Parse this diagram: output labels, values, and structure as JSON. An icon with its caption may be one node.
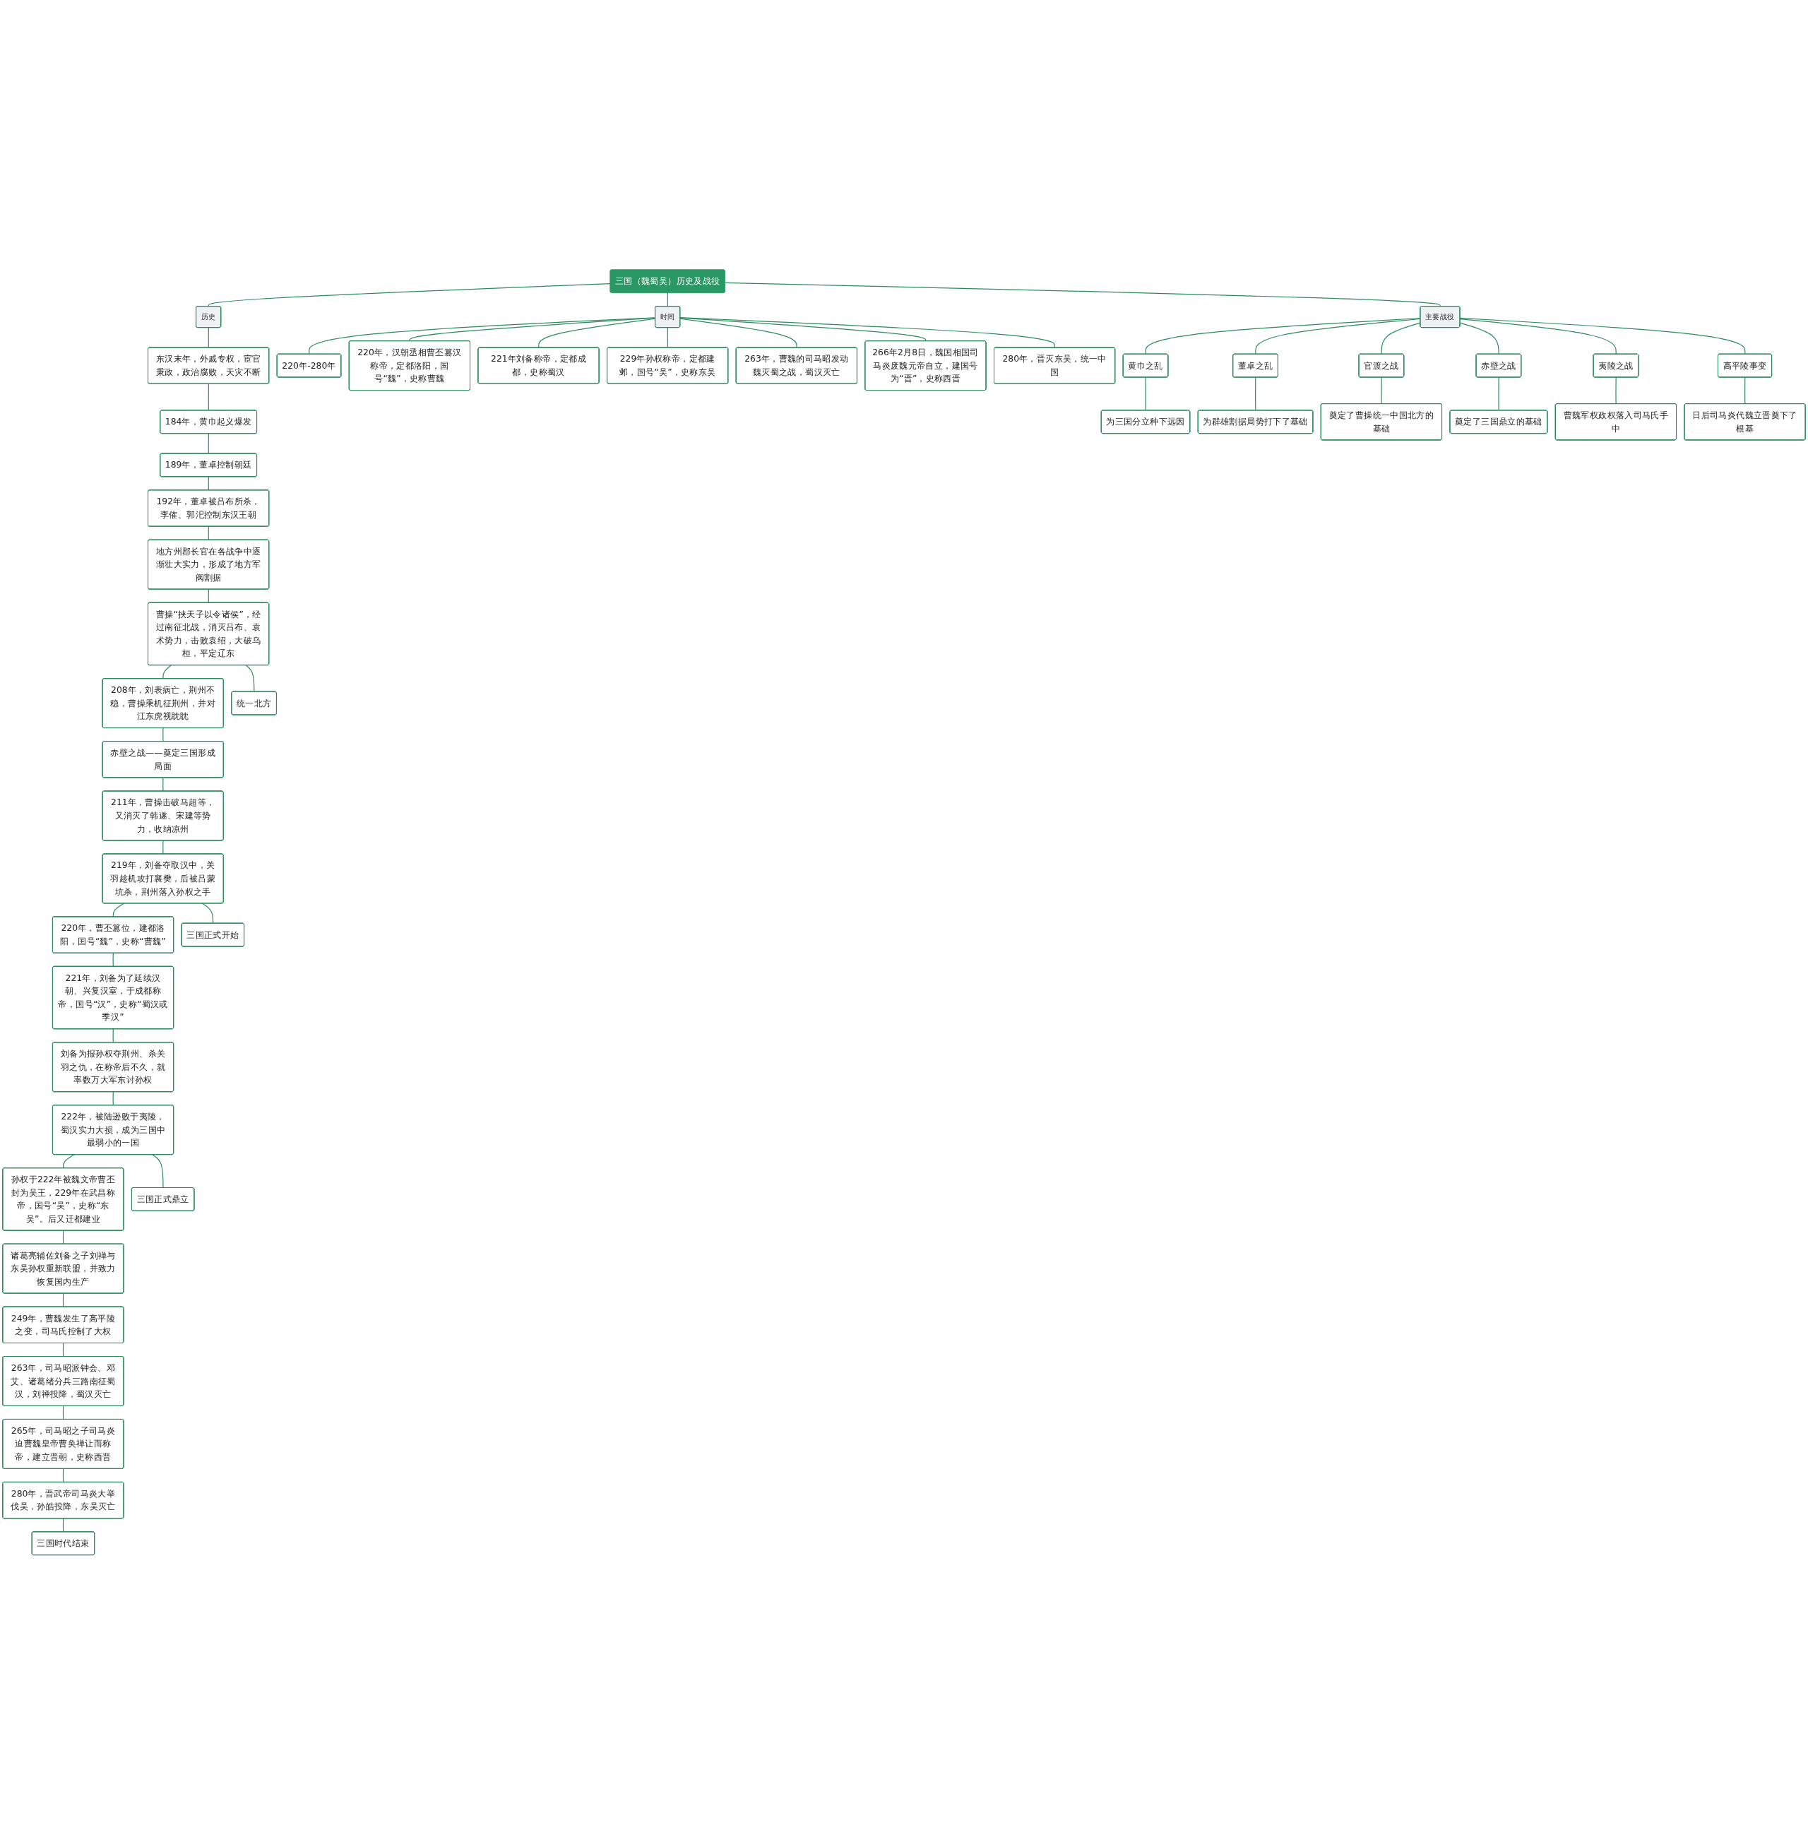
{
  "diagram": {
    "nodes": [
      {
        "text": [
          "三国（魏蜀吴）历史及战役"
        ]
      },
      {
        "text": [
          "历史"
        ]
      },
      {
        "text": [
          "东汉末年，外戚专权，宦官秉政，政治腐败，天灾不断"
        ]
      },
      {
        "text": [
          "184年，黄巾起义爆发"
        ]
      },
      {
        "text": [
          "189年，董卓控制朝廷"
        ]
      },
      {
        "text": [
          "192年，董卓被吕布所杀，李傕、郭汜控制东汉王朝"
        ]
      },
      {
        "text": [
          "地方州郡长官在各战争中逐渐壮大实力，形成了地方军阀割据"
        ]
      },
      {
        "text": [
          "曹操“挟天子以令诸侯”，经过南征北战，消灭吕布、袁术势力，击败袁绍，大破乌桓，平定辽东"
        ]
      },
      {
        "text": [
          "208年，刘表病亡，荆州不稳，曹操乘机征荆州，并对江东虎视眈眈"
        ]
      },
      {
        "text": [
          "赤壁之战——奠定三国形成局面"
        ]
      },
      {
        "text": [
          "211年，曹操击破马超等，又消灭了韩遂、宋建等势力，收纳凉州"
        ]
      },
      {
        "text": [
          "219年，刘备夺取汉中，关羽趁机攻打襄樊，后被吕蒙坑杀，荆州落入孙权之手"
        ]
      },
      {
        "text": [
          "220年，曹丕篡位，建都洛阳，国号“魏”，史称“曹魏”"
        ]
      },
      {
        "text": [
          "221年，刘备为了延续汉朝、兴复汉室，于成都称帝，国号“汉”，史称“蜀汉或季汉”"
        ]
      },
      {
        "text": [
          "刘备为报孙权夺荆州、杀关羽之仇，在称帝后不久，就率数万大军东讨孙权"
        ]
      },
      {
        "text": [
          "222年，被陆逊败于夷陵，蜀汉实力大损，成为三国中最弱小的一国"
        ]
      },
      {
        "text": [
          "孙权于222年被魏文帝曹丕封为吴王，229年在武昌称帝，国号“吴”，史称“东吴”。后又迁都建业"
        ]
      },
      {
        "text": [
          "诸葛亮辅佐刘备之子刘禅与东吴孙权重新联盟，并致力恢复国内生产"
        ]
      },
      {
        "text": [
          "249年，曹魏发生了高平陵之变，司马氏控制了大权"
        ]
      },
      {
        "text": [
          "263年，司马昭派钟会、邓艾、诸葛绪分兵三路南征蜀汉，刘禅投降，蜀汉灭亡"
        ]
      },
      {
        "text": [
          "265年，司马昭之子司马炎迫曹魏皇帝曹奂禅让而称帝，建立晋朝，史称西晋"
        ]
      },
      {
        "text": [
          "280年，晋武帝司马炎大举伐吴，孙皓投降，东吴灭亡"
        ]
      },
      {
        "text": [
          "统一北方"
        ]
      },
      {
        "text": [
          "三国正式开始"
        ]
      },
      {
        "text": [
          "三国正式鼎立"
        ]
      },
      {
        "text": [
          "三国时代结束"
        ]
      },
      {
        "text": [
          "时间"
        ]
      },
      {
        "text": [
          "220年-280年"
        ]
      },
      {
        "text": [
          "220年，汉朝丞相曹丕篡汉称帝，定都洛阳，国号“魏”，史称曹魏"
        ]
      },
      {
        "text": [
          "221年刘备称帝，定都成都，史称蜀汉"
        ]
      },
      {
        "text": [
          "229年孙权称帝，定都建邺，国号“吴”，史称东吴"
        ]
      },
      {
        "text": [
          "263年，曹魏的司马昭发动魏灭蜀之战，蜀汉灭亡"
        ]
      },
      {
        "text": [
          "266年2月8日，魏国相国司马炎废魏元帝自立，建国号为“晋”，史称西晋"
        ]
      },
      {
        "text": [
          "280年，晋灭东吴，统一中国"
        ]
      },
      {
        "text": [
          "主要战役"
        ]
      },
      {
        "text": [
          "黄巾之乱"
        ]
      },
      {
        "text": [
          "为三国分立种下远因"
        ]
      },
      {
        "text": [
          "董卓之乱"
        ]
      },
      {
        "text": [
          "为群雄割据局势打下了基础"
        ]
      },
      {
        "text": [
          "官渡之战"
        ]
      },
      {
        "text": [
          "奠定了曹操统一中国北方的基础"
        ]
      },
      {
        "text": [
          "赤壁之战"
        ]
      },
      {
        "text": [
          "奠定了三国鼎立的基础"
        ]
      },
      {
        "text": [
          "夷陵之战"
        ]
      },
      {
        "text": [
          "曹魏军权政权落入司马氏手中"
        ]
      },
      {
        "text": [
          "高平陵事变"
        ]
      },
      {
        "text": [
          "日后司马炎代魏立晋奠下了根基"
        ]
      }
    ],
    "edges": [
      {
        "from": 0,
        "to": 1,
        "arrow": "none"
      },
      {
        "from": 1,
        "to": 2,
        "arrow": "none"
      },
      {
        "from": 2,
        "to": 3,
        "arrow": "none"
      },
      {
        "from": 3,
        "to": 4,
        "arrow": "none"
      },
      {
        "from": 4,
        "to": 5,
        "arrow": "none"
      },
      {
        "from": 5,
        "to": 6,
        "arrow": "none"
      },
      {
        "from": 6,
        "to": 7,
        "arrow": "none"
      },
      {
        "from": 7,
        "to": 8,
        "arrow": "none"
      },
      {
        "from": 8,
        "to": 9,
        "arrow": "none"
      },
      {
        "from": 9,
        "to": 10,
        "arrow": "none"
      },
      {
        "from": 10,
        "to": 11,
        "arrow": "none"
      },
      {
        "from": 11,
        "to": 12,
        "arrow": "none"
      },
      {
        "from": 12,
        "to": 13,
        "arrow": "none"
      },
      {
        "from": 13,
        "to": 14,
        "arrow": "none"
      },
      {
        "from": 14,
        "to": 15,
        "arrow": "none"
      },
      {
        "from": 15,
        "to": 16,
        "arrow": "none"
      },
      {
        "from": 16,
        "to": 17,
        "arrow": "none"
      },
      {
        "from": 17,
        "to": 18,
        "arrow": "none"
      },
      {
        "from": 18,
        "to": 19,
        "arrow": "none"
      },
      {
        "from": 19,
        "to": 20,
        "arrow": "none"
      },
      {
        "from": 20,
        "to": 21,
        "arrow": "none"
      },
      {
        "from": 7,
        "to": 22,
        "arrow": "none"
      },
      {
        "from": 11,
        "to": 23,
        "arrow": "none"
      },
      {
        "from": 15,
        "to": 24,
        "arrow": "none"
      },
      {
        "from": 21,
        "to": 25,
        "arrow": "none"
      },
      {
        "from": 0,
        "to": 26,
        "arrow": "none"
      },
      {
        "from": 26,
        "to": 27,
        "arrow": "none"
      },
      {
        "from": 26,
        "to": 28,
        "arrow": "none"
      },
      {
        "from": 26,
        "to": 29,
        "arrow": "none"
      },
      {
        "from": 26,
        "to": 30,
        "arrow": "none"
      },
      {
        "from": 26,
        "to": 31,
        "arrow": "none"
      },
      {
        "from": 26,
        "to": 32,
        "arrow": "none"
      },
      {
        "from": 26,
        "to": 33,
        "arrow": "none"
      },
      {
        "from": 0,
        "to": 34,
        "arrow": "none"
      },
      {
        "from": 34,
        "to": 35,
        "arrow": "none"
      },
      {
        "from": 35,
        "to": 36,
        "arrow": "none"
      },
      {
        "from": 34,
        "to": 37,
        "arrow": "none"
      },
      {
        "from": 37,
        "to": 38,
        "arrow": "none"
      },
      {
        "from": 34,
        "to": 39,
        "arrow": "none"
      },
      {
        "from": 39,
        "to": 40,
        "arrow": "none"
      },
      {
        "from": 34,
        "to": 41,
        "arrow": "none"
      },
      {
        "from": 41,
        "to": 42,
        "arrow": "none"
      },
      {
        "from": 34,
        "to": 43,
        "arrow": "none"
      },
      {
        "from": 43,
        "to": 44,
        "arrow": "none"
      },
      {
        "from": 34,
        "to": 45,
        "arrow": "none"
      },
      {
        "from": 45,
        "to": 46,
        "arrow": "none"
      }
    ]
  }
}
